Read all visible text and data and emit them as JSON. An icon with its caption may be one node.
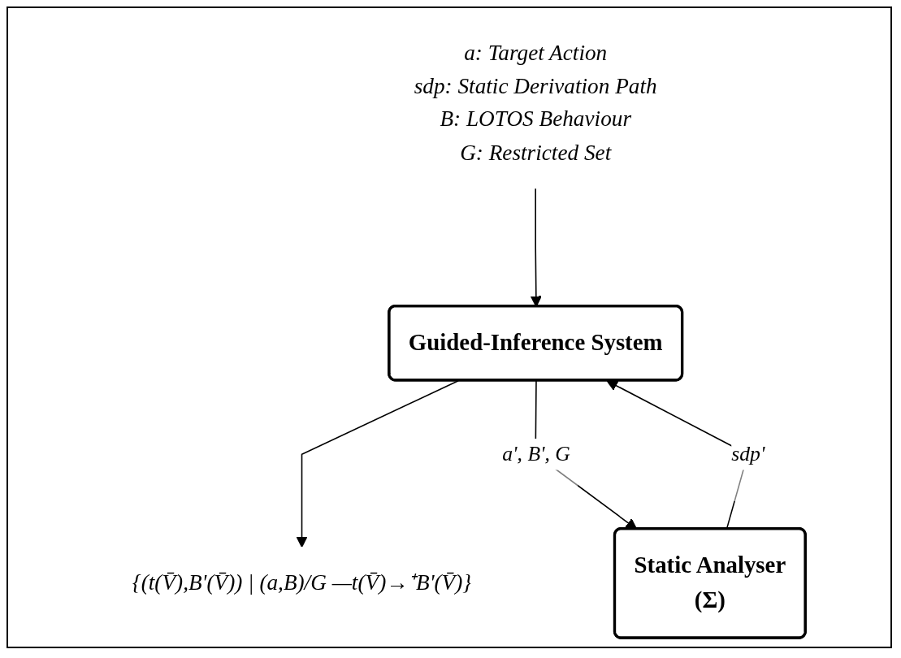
{
  "diagram": {
    "nodes": [
      {
        "text": [
          "a: Target Action",
          "sdp: Static Derivation Path",
          "B: LOTOS Behaviour",
          "G: Restricted Set"
        ]
      },
      {
        "text": [
          "{(t(V̄),B'(V̄)) | (a,B)/G —t(V̄)→⁺B'(V̄)}"
        ]
      },
      {
        "text": [
          "Guided-Inference System"
        ]
      },
      {
        "text": [
          "Static Analyser",
          "(Σ)"
        ]
      }
    ],
    "edges": [
      {
        "from": 0,
        "to": 2,
        "arrow": "to"
      },
      {
        "from": 2,
        "to": 1,
        "arrow": "to"
      },
      {
        "from": 2,
        "to": 3,
        "label": "a', B', G",
        "arrow": "to"
      },
      {
        "from": 3,
        "to": 2,
        "label": "sdp'",
        "arrow": "to"
      }
    ]
  }
}
